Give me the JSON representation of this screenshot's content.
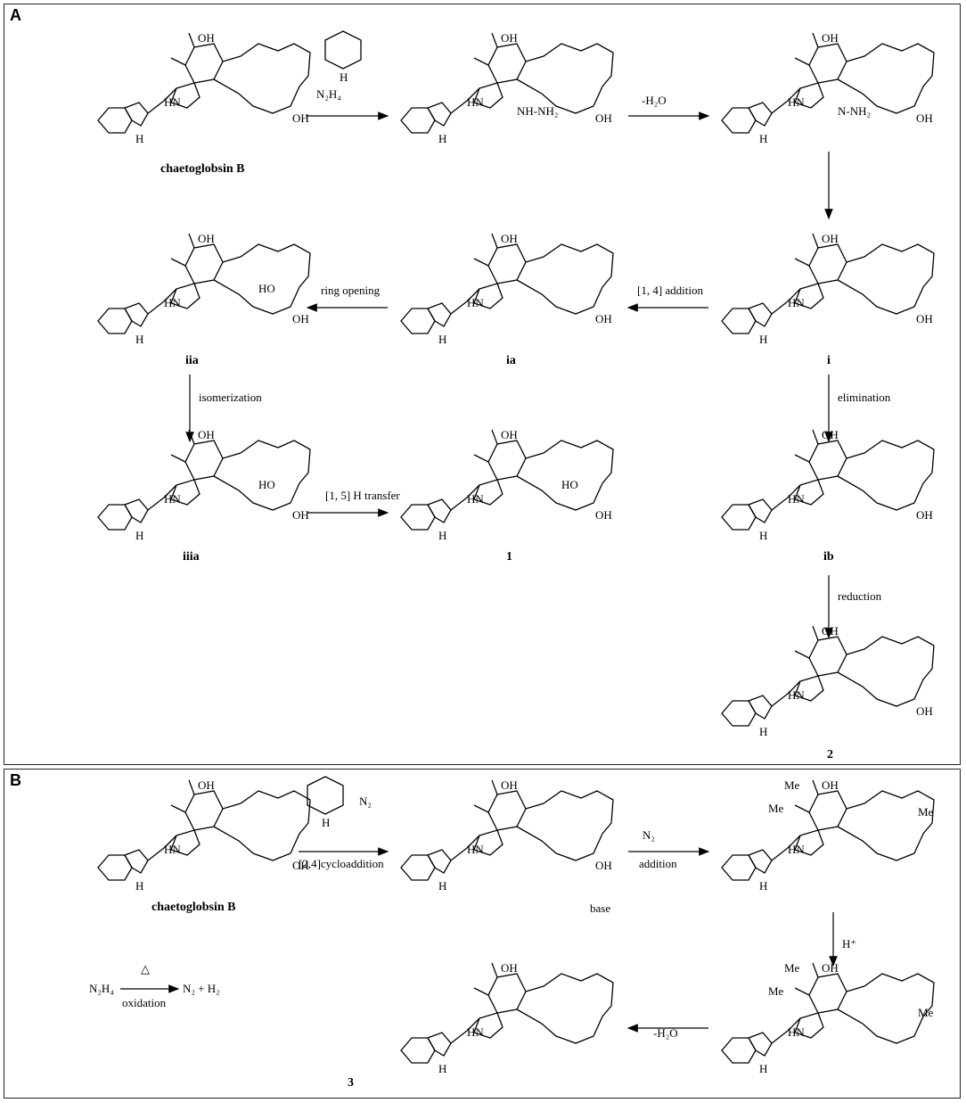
{
  "panels": {
    "a": {
      "label": "A",
      "compounds": {
        "start": "chaetoglobsin B",
        "i": "i",
        "ia": "ia",
        "iia": "iia",
        "iiia": "iiia",
        "ib": "ib",
        "p1": "1",
        "p2": "2"
      },
      "conditions": {
        "reagent": "N₂H₄",
        "dehydration": "-H₂O",
        "ring_opening": "ring opening",
        "addition_14": "[1, 4] addition",
        "isomerization": "isomerization",
        "h_transfer": "[1, 5] H transfer",
        "elimination": "elimination",
        "reduction": "reduction"
      }
    },
    "b": {
      "label": "B",
      "compounds": {
        "start": "chaetoglobsin B",
        "p3": "3"
      },
      "conditions": {
        "n2": "N₂",
        "cycloaddition": "[2,4]cycloaddition",
        "addition_label": "addition",
        "n2_addition": "N₂",
        "proton": "H⁺",
        "dehydration": "-H₂O",
        "base": "base",
        "oxidation_lhs": "N₂H₄",
        "oxidation_label": "oxidation",
        "oxidation_rhs": "N₂ + H₂",
        "heat": "△"
      }
    },
    "atoms": {
      "oh": "OH",
      "nh": "NH",
      "h": "H",
      "hn": "HN",
      "n": "N",
      "o": "O",
      "me": "Me",
      "nh_nh2": "NH-NH₂",
      "n_nh2": "N-NH₂",
      "ho": "HO"
    }
  }
}
